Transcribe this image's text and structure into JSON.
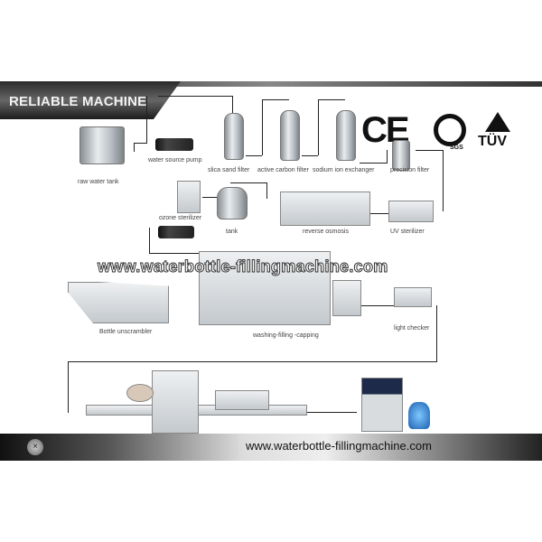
{
  "banner": {
    "title": "RELIABLE MACHINE"
  },
  "certifications": {
    "ce": "CE",
    "sgs": "SGS",
    "tuv": "TÜV"
  },
  "watermark": "www.waterbottle-fillingmachine.com",
  "footer": {
    "url": "www.waterbottle-fillingmachine.com",
    "close_icon": "×"
  },
  "stages": {
    "raw_water_tank": "raw water tank",
    "water_source_pump": "water source pump",
    "silica_sand_filter": "slica sand filter",
    "active_carbon_filter": "active carbon filter",
    "sodium_ion_exchanger": "sodium ion exchanger",
    "precision_filter": "precision filter",
    "ozone_sterilizer": "ozone sterilizer",
    "tank": "tank",
    "reverse_osmosis": "reverse osmosis",
    "uv_sterilizer": "UV  sterilizer",
    "bottle_unscrambler": "Bottle unscrambler",
    "washing_filling_capping": "washing-filling -capping",
    "light_checker": "light checker"
  }
}
